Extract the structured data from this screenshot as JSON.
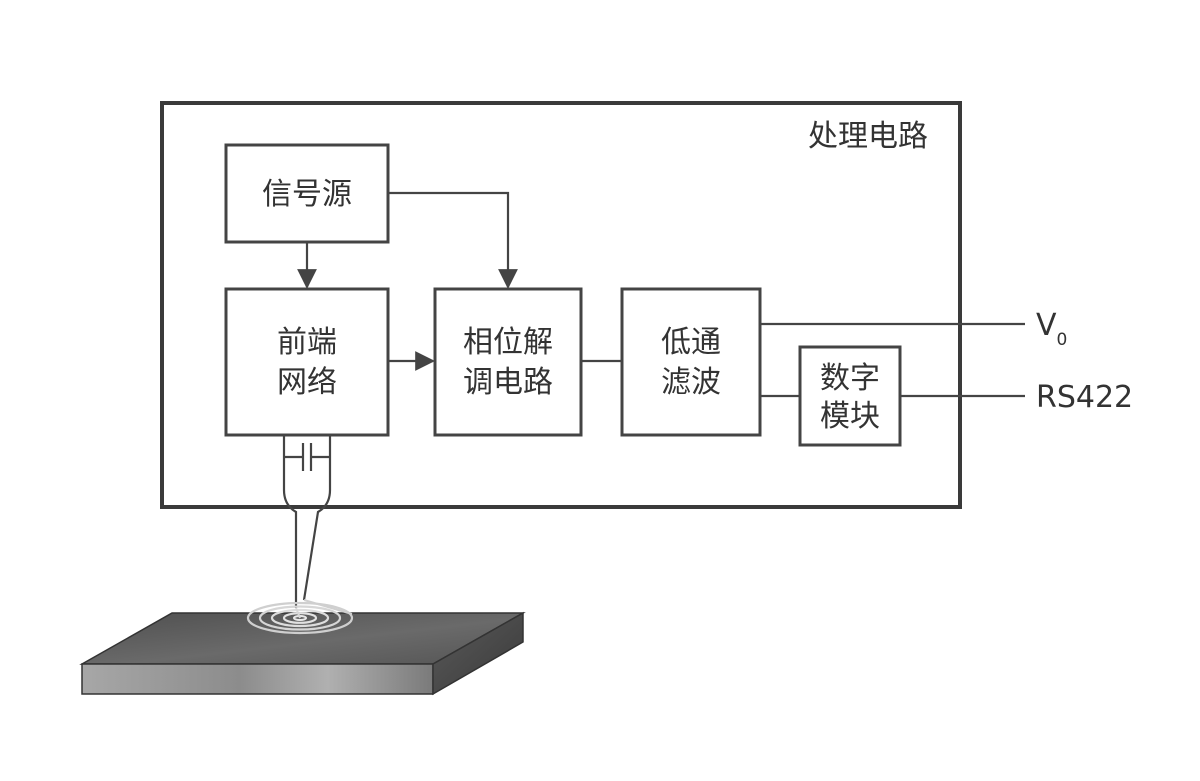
{
  "title": "处理电路",
  "blocks": {
    "signal_source": {
      "line1": "信号源"
    },
    "front_end": {
      "line1": "前端",
      "line2": "网络"
    },
    "phase_demod": {
      "line1": "相位解",
      "line2": "调电路"
    },
    "low_pass": {
      "line1": "低通",
      "line2": "滤波"
    },
    "digital": {
      "line1": "数字",
      "line2": "模块"
    }
  },
  "outputs": {
    "analog": {
      "symbol": "V",
      "subscript": "0"
    },
    "digital": {
      "label": "RS422"
    }
  },
  "colors": {
    "line": "#444444",
    "plate_top": "#5d5d5d",
    "plate_front": "#8a8a8a",
    "plate_side": "#4a4a4a"
  },
  "icons": {
    "capacitor": "capacitor-icon",
    "sensor_coil": "spiral-coil-icon",
    "plate": "metal-plate-icon"
  }
}
